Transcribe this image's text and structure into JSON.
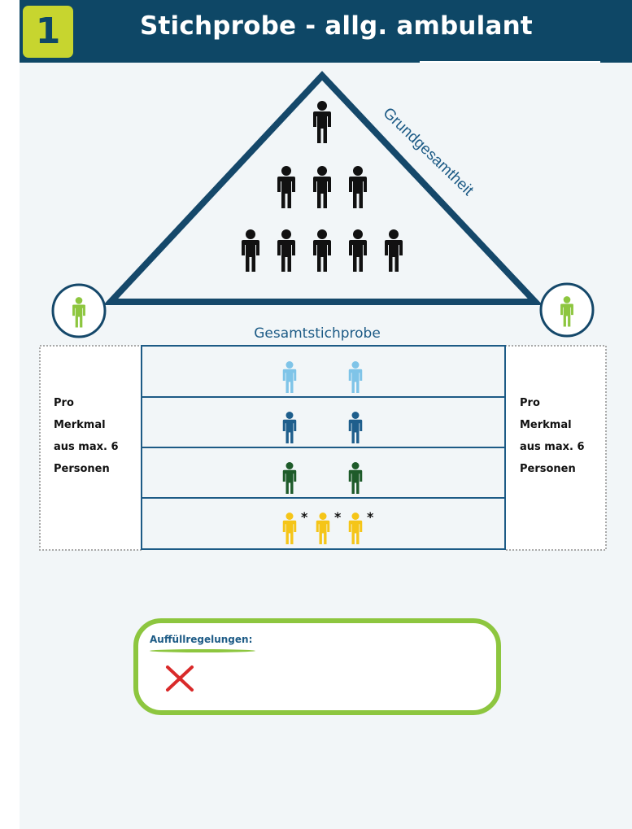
{
  "header": {
    "number": "1",
    "title": "Stichprobe - allg. ambulant"
  },
  "diagram": {
    "population_label": "Grundgesamtheit",
    "sample_label": "Gesamtstichprobe",
    "left_note": [
      "Pro",
      "Merkmal",
      "aus max. 6",
      "Personen"
    ],
    "right_note": [
      "Pro",
      "Merkmal",
      "aus max. 6",
      "Personen"
    ],
    "asterisk": "*",
    "strata": [
      {
        "color": "#7fc4e8",
        "count": 2
      },
      {
        "color": "#1e5e8c",
        "count": 2
      },
      {
        "color": "#1e5b2a",
        "count": 2
      },
      {
        "color": "#f5c518",
        "count": 3
      }
    ],
    "population_rows": [
      1,
      3,
      5
    ]
  },
  "legend": {
    "title": "Auffüllregelungen:",
    "status_icon": "red-x-icon"
  },
  "colors": {
    "header_bg": "#0e4766",
    "badge": "#c7d52f",
    "triangle": "#15486a",
    "population_person": "#111111",
    "side_person": "#8dc63f",
    "legend_border": "#8dc63f",
    "cross": "#d92a2a"
  }
}
